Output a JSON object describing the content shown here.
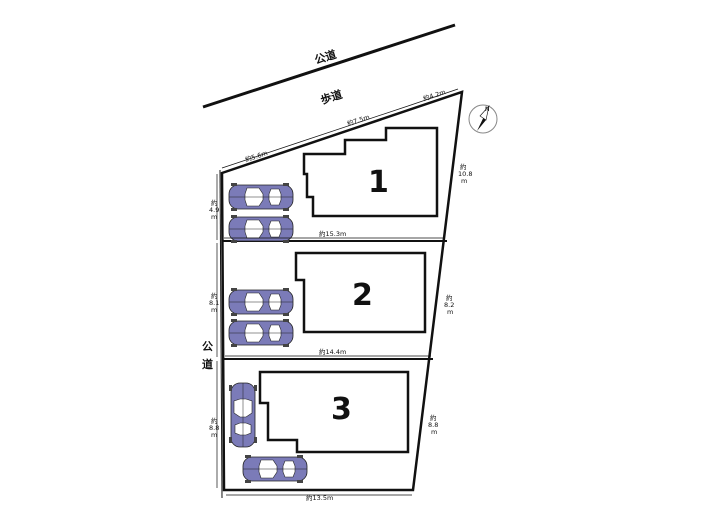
{
  "roads": {
    "top_public_road": "公道",
    "sidewalk": "歩道",
    "left_public_road": "公道"
  },
  "compass": {
    "north": "N"
  },
  "lots": [
    {
      "number": "1"
    },
    {
      "number": "2"
    },
    {
      "number": "3"
    }
  ],
  "dimensions": {
    "top_left": "約5.6m",
    "top_mid": "約7.5m",
    "top_right": "約4.2m",
    "right_lot1": [
      "約",
      "10.8",
      "m"
    ],
    "right_lot2": [
      "約",
      "8.2",
      "m"
    ],
    "right_lot3": [
      "約",
      "8.8",
      "m"
    ],
    "left_lot1": [
      "約",
      "4.9",
      "m"
    ],
    "left_lot2": [
      "約",
      "8.1",
      "m"
    ],
    "left_lot3": [
      "約",
      "8.8",
      "m"
    ],
    "boundary_1_2": "約15.3m",
    "boundary_2_3": "約14.4m",
    "bottom": "約13.5m"
  },
  "colors": {
    "car_body": "#7b7bb8",
    "car_glass": "#ffffff",
    "line": "#111111"
  }
}
